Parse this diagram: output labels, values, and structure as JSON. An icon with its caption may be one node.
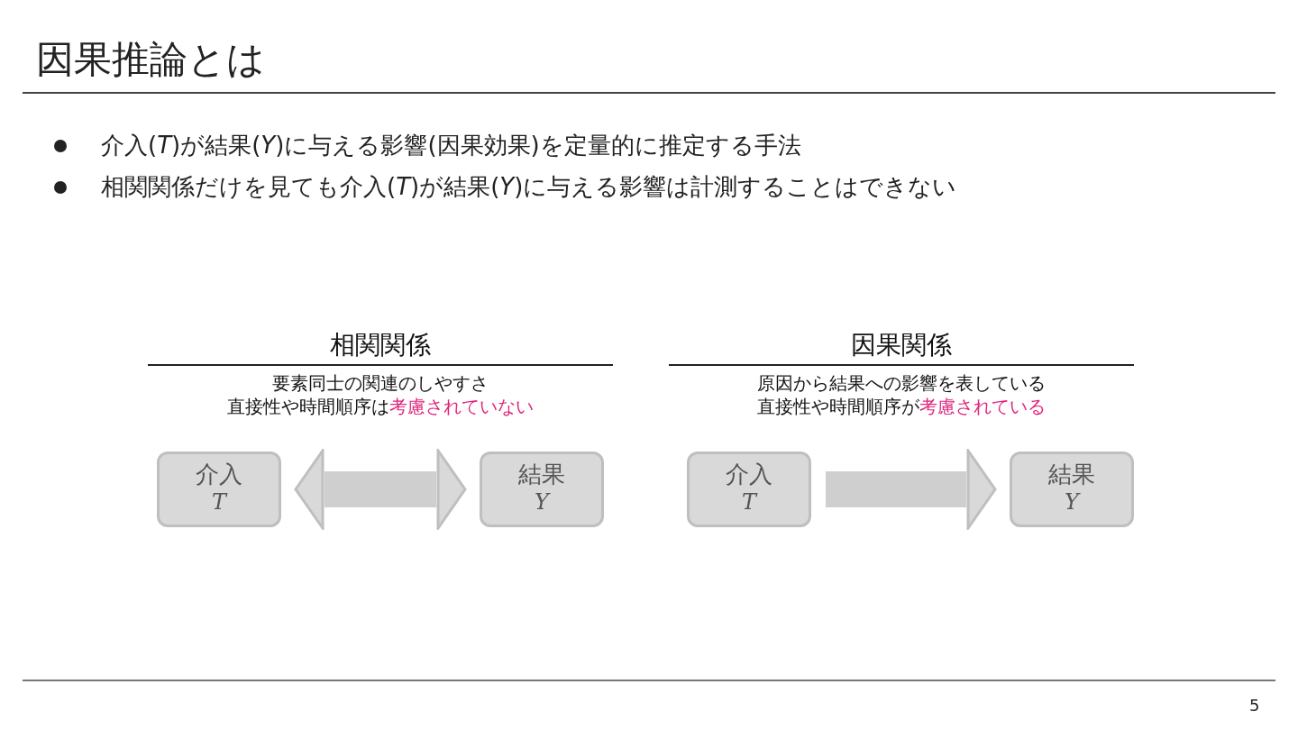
{
  "diagram": {
    "title": "因果推論とは",
    "nodes": [
      {
        "text": [
          "介入",
          "T"
        ]
      },
      {
        "text": [
          "結果",
          "Y"
        ]
      },
      {
        "text": [
          "介入",
          "T"
        ]
      },
      {
        "text": [
          "結果",
          "Y"
        ]
      }
    ],
    "edges": [
      {
        "from": 0,
        "to": 1,
        "arrow": "both"
      },
      {
        "from": 2,
        "to": 3,
        "arrow": "to"
      }
    ],
    "labels": [
      "介入(*T*)が結果(*Y*)に与える影響(因果効果)を定量的に推定する手法",
      "相関関係だけを見ても介入(*T*)が結果(*Y*)に与える影響は計測することはできない",
      "相関関係",
      "要素同士の関連のしやすさ",
      "直接性や時間順序は",
      "考慮されていない",
      "因果関係",
      "原因から結果への影響を表している",
      "直接性や時間順序が",
      "考慮されている",
      "5"
    ]
  }
}
